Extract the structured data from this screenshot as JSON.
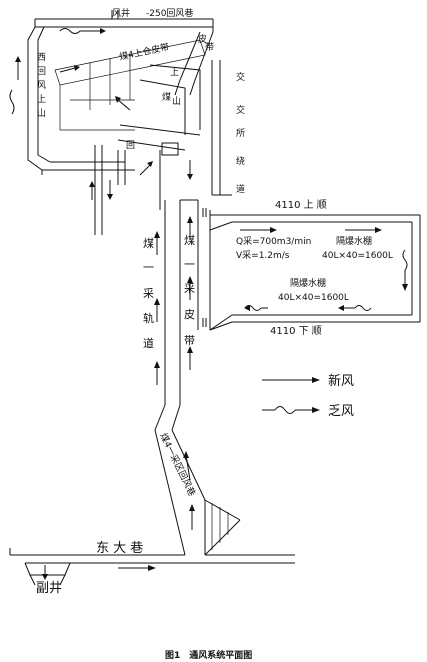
{
  "labels": {
    "air_shaft": "风井",
    "top_roadway": "-250回风巷",
    "west_return": [
      "西",
      "回",
      "风",
      "上",
      "山"
    ],
    "coal_bunker_belt": "煤4上仓皮带",
    "belt_incline": [
      "皮",
      "带"
    ],
    "upper_incline": "上",
    "mid_incline": [
      "煤",
      "山"
    ],
    "hui": "回",
    "jiao_lines": [
      "交",
      "交",
      "所",
      "绕",
      "道"
    ],
    "track_4110_upper": "4110 上 顺",
    "track_4110_lower": "4110 下 顺",
    "q_caption": "Q采=700m3/min",
    "v_caption": "V采=1.2m/s",
    "water_trough_upper_title": "隔爆水棚",
    "water_trough_upper_value": "40L×40=1600L",
    "water_trough_lower_title": "隔爆水棚",
    "water_trough_lower_value": "40L×40=1600L",
    "left_track": [
      "煤",
      "一",
      "采",
      "轨",
      "道"
    ],
    "right_belt": [
      "煤",
      "一",
      "采",
      "皮",
      "带"
    ],
    "lower_incline": "煤4一采区回风巷",
    "east_roadway": "东 大 巷",
    "aux_shaft": "副井",
    "legend_fresh": "新风",
    "legend_exhaust": "乏风",
    "figure_caption": "图1　通风系统平面图"
  }
}
